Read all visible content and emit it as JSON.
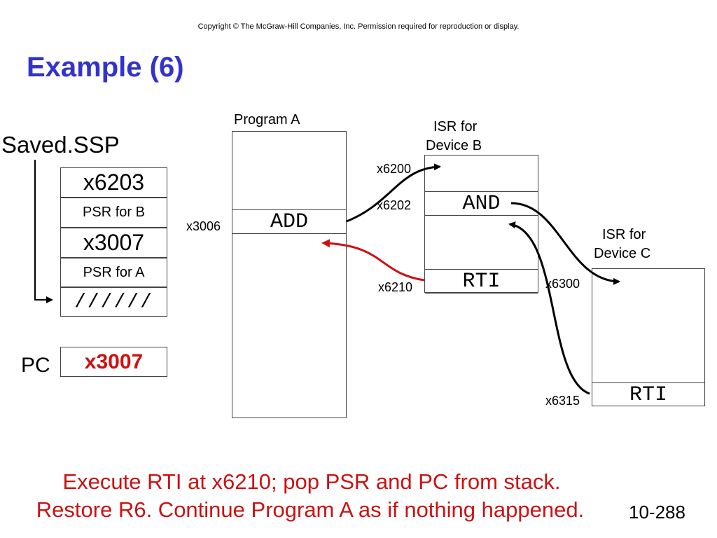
{
  "header": {
    "copyright": "Copyright © The McGraw-Hill Companies, Inc.  Permission required for reproduction or display.",
    "title": "Example (6)"
  },
  "stack": {
    "label": "Saved.SSP",
    "cells": [
      "x6203",
      "PSR for B",
      "x3007",
      "PSR for A",
      "//////"
    ]
  },
  "pc": {
    "label": "PC",
    "value": "x3007",
    "value_color": "#cc1111"
  },
  "program_a": {
    "title": "Program A",
    "address": "x3006",
    "instruction": "ADD"
  },
  "isr_b": {
    "title_line1": "ISR for",
    "title_line2": "Device B",
    "addr_start": "x6200",
    "addr_and": "x6202",
    "instr_and": "AND",
    "addr_rti": "x6210",
    "instr_rti": "RTI"
  },
  "isr_c": {
    "title_line1": "ISR for",
    "title_line2": "Device C",
    "addr_start": "x6300",
    "addr_rti": "x6315",
    "instr_rti": "RTI"
  },
  "caption": {
    "line1": "Execute RTI at x6210; pop PSR and PC from stack.",
    "line2": "Restore R6.  Continue Program A as if nothing happened.",
    "color": "#cc1111"
  },
  "page_number": "10-288",
  "colors": {
    "title": "#3333cc",
    "return_arrow": "#cc1111",
    "arrow": "#000000"
  }
}
